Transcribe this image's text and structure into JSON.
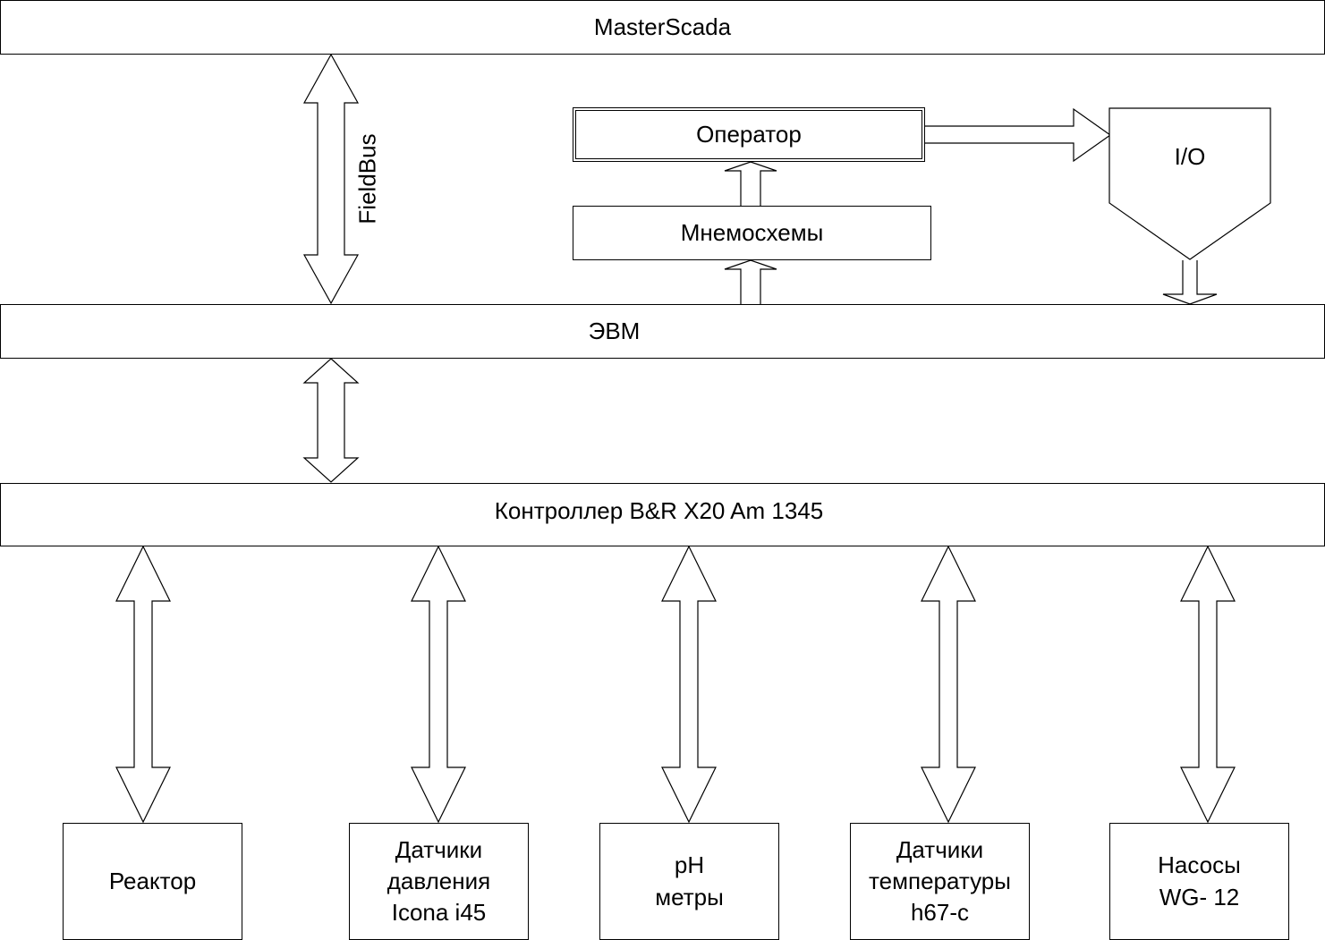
{
  "blocks": {
    "masterscada": "MasterScada",
    "operator": "Оператор",
    "mnemo": "Мнемосхемы",
    "io": "I/O",
    "evm": "ЭВМ",
    "controller": "Контроллер B&R X20 Am 1345"
  },
  "link_label": "FieldBus",
  "devices": [
    {
      "label": "Реактор"
    },
    {
      "label": "Датчики\nдавления\nIcona i45"
    },
    {
      "label": "pH\nметры"
    },
    {
      "label": "Датчики\nтемпературы\nh67-c"
    },
    {
      "label": "Насосы\nWG- 12"
    }
  ]
}
